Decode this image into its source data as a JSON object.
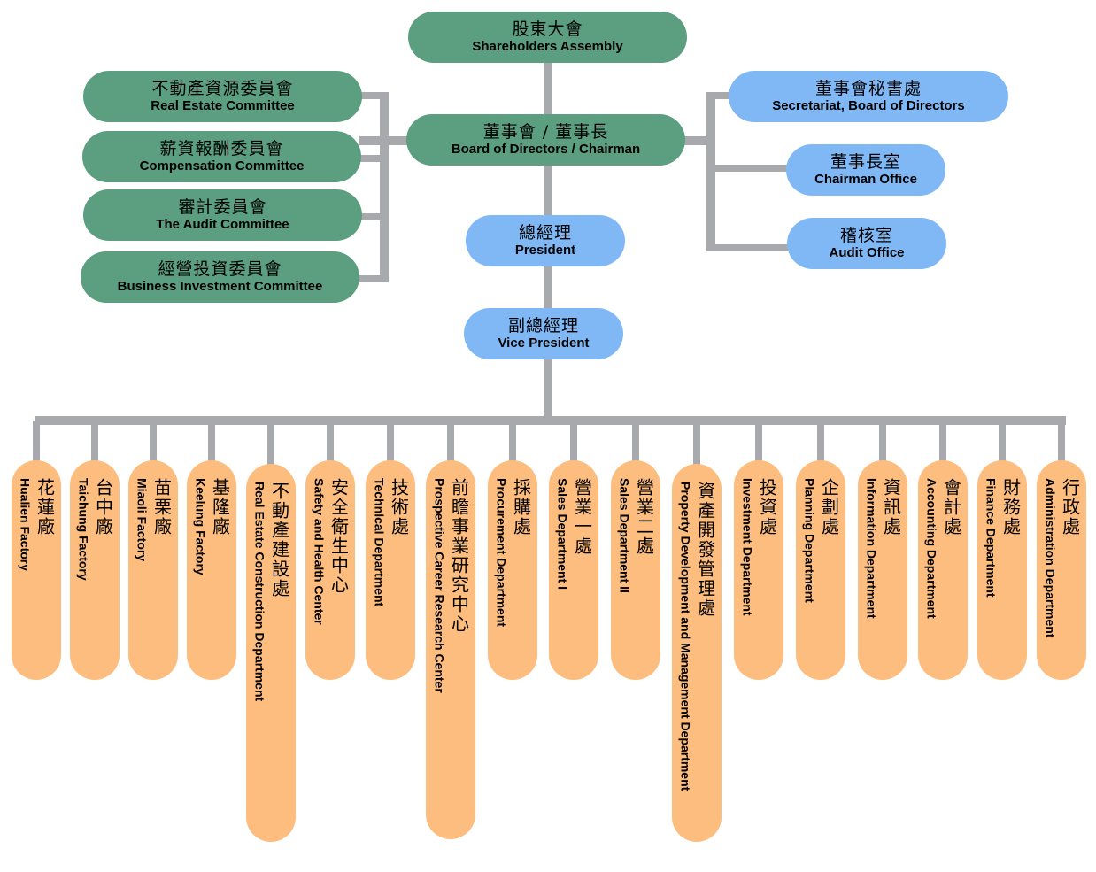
{
  "top": {
    "zh": "股東大會",
    "en": "Shareholders Assembly"
  },
  "board": {
    "zh": "董事會 / 董事長",
    "en": "Board of Directors / Chairman"
  },
  "committees": [
    {
      "zh": "不動產資源委員會",
      "en": "Real Estate Committee"
    },
    {
      "zh": "薪資報酬委員會",
      "en": "Compensation Committee"
    },
    {
      "zh": "審計委員會",
      "en": "The Audit Committee"
    },
    {
      "zh": "經營投資委員會",
      "en": "Business Investment Committee"
    }
  ],
  "offices": [
    {
      "zh": "董事會秘書處",
      "en": "Secretariat, Board of Directors"
    },
    {
      "zh": "董事長室",
      "en": "Chairman Office"
    },
    {
      "zh": "稽核室",
      "en": "Audit Office"
    }
  ],
  "president": {
    "zh": "總經理",
    "en": "President"
  },
  "vice_president": {
    "zh": "副總經理",
    "en": "Vice President"
  },
  "departments": [
    {
      "zh": "花蓮廠",
      "en": "Hualien Factory"
    },
    {
      "zh": "台中廠",
      "en": "Taichung Factory"
    },
    {
      "zh": "苗栗廠",
      "en": "Miaoli Factory"
    },
    {
      "zh": "基隆廠",
      "en": "Keelung Factory"
    },
    {
      "zh": "不動產建設處",
      "en": "Real Estate Construction Department"
    },
    {
      "zh": "安全衛生中心",
      "en": "Safety and Health Center"
    },
    {
      "zh": "技術處",
      "en": "Technical Department"
    },
    {
      "zh": "前瞻事業研究中心",
      "en": "Prospective Career Research Center"
    },
    {
      "zh": "採購處",
      "en": "Procurement Department"
    },
    {
      "zh": "營業一處",
      "en": "Sales Department I"
    },
    {
      "zh": "營業二處",
      "en": "Sales Department II"
    },
    {
      "zh": "資產開發管理處",
      "en": "Property Development and Management Department"
    },
    {
      "zh": "投資處",
      "en": "Investment Department"
    },
    {
      "zh": "企劃處",
      "en": "Planning Department"
    },
    {
      "zh": "資訊處",
      "en": "Information Department"
    },
    {
      "zh": "會計處",
      "en": "Accounting Department"
    },
    {
      "zh": "財務處",
      "en": "Finance Department"
    },
    {
      "zh": "行政處",
      "en": "Administration Department"
    }
  ],
  "colors": {
    "governance": "#5b9e80",
    "management": "#7fb8f5",
    "department": "#fdbd7e",
    "connector": "#a7a9ac"
  }
}
